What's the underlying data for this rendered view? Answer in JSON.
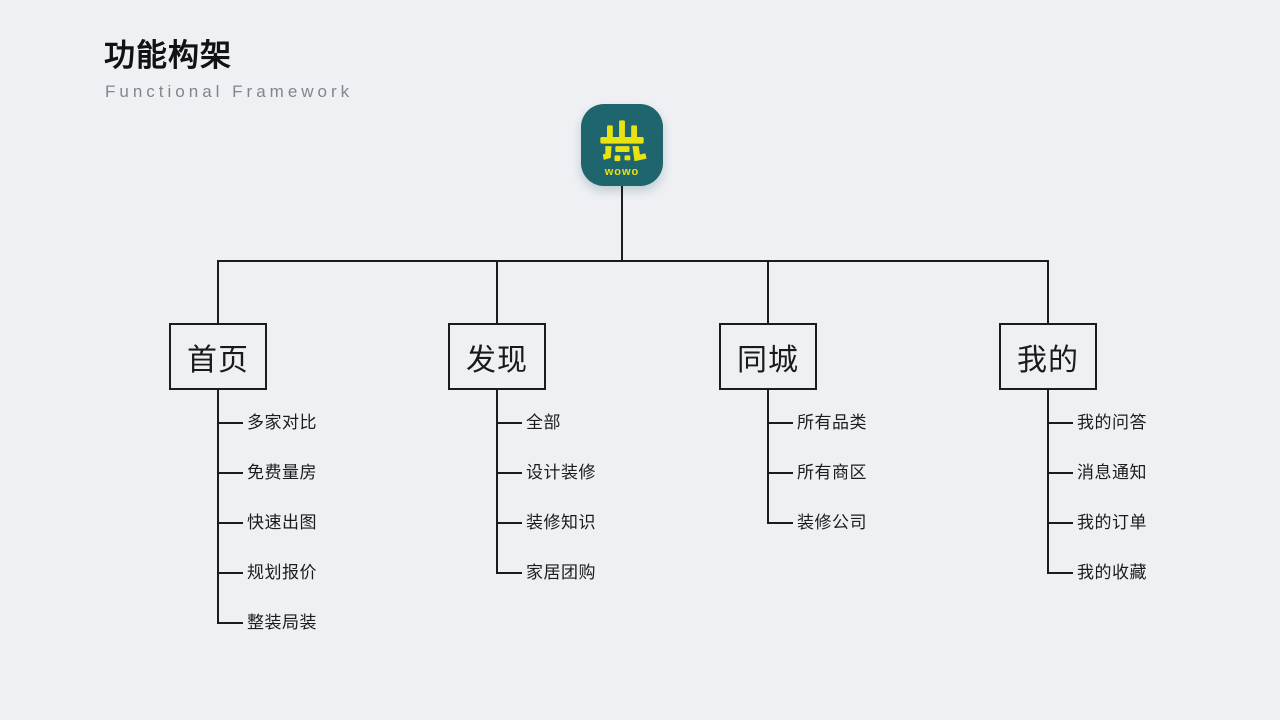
{
  "header": {
    "title": "功能构架",
    "subtitle": "Functional Framework"
  },
  "logo": {
    "word": "wowo",
    "bg_color": "#1f656e",
    "glyph_color": "#e9e312"
  },
  "tree": {
    "branches": [
      {
        "label": "首页",
        "children": [
          "多家对比",
          "免费量房",
          "快速出图",
          "规划报价",
          "整装局装"
        ]
      },
      {
        "label": "发现",
        "children": [
          "全部",
          "设计装修",
          "装修知识",
          "家居团购"
        ]
      },
      {
        "label": "同城",
        "children": [
          "所有品类",
          "所有商区",
          "装修公司"
        ]
      },
      {
        "label": "我的",
        "children": [
          "我的问答",
          "消息通知",
          "我的订单",
          "我的收藏"
        ]
      }
    ]
  },
  "colors": {
    "background": "#eef0f4",
    "line": "#1c1c1c",
    "text": "#1a1a1a",
    "subtitle": "#84858a"
  }
}
